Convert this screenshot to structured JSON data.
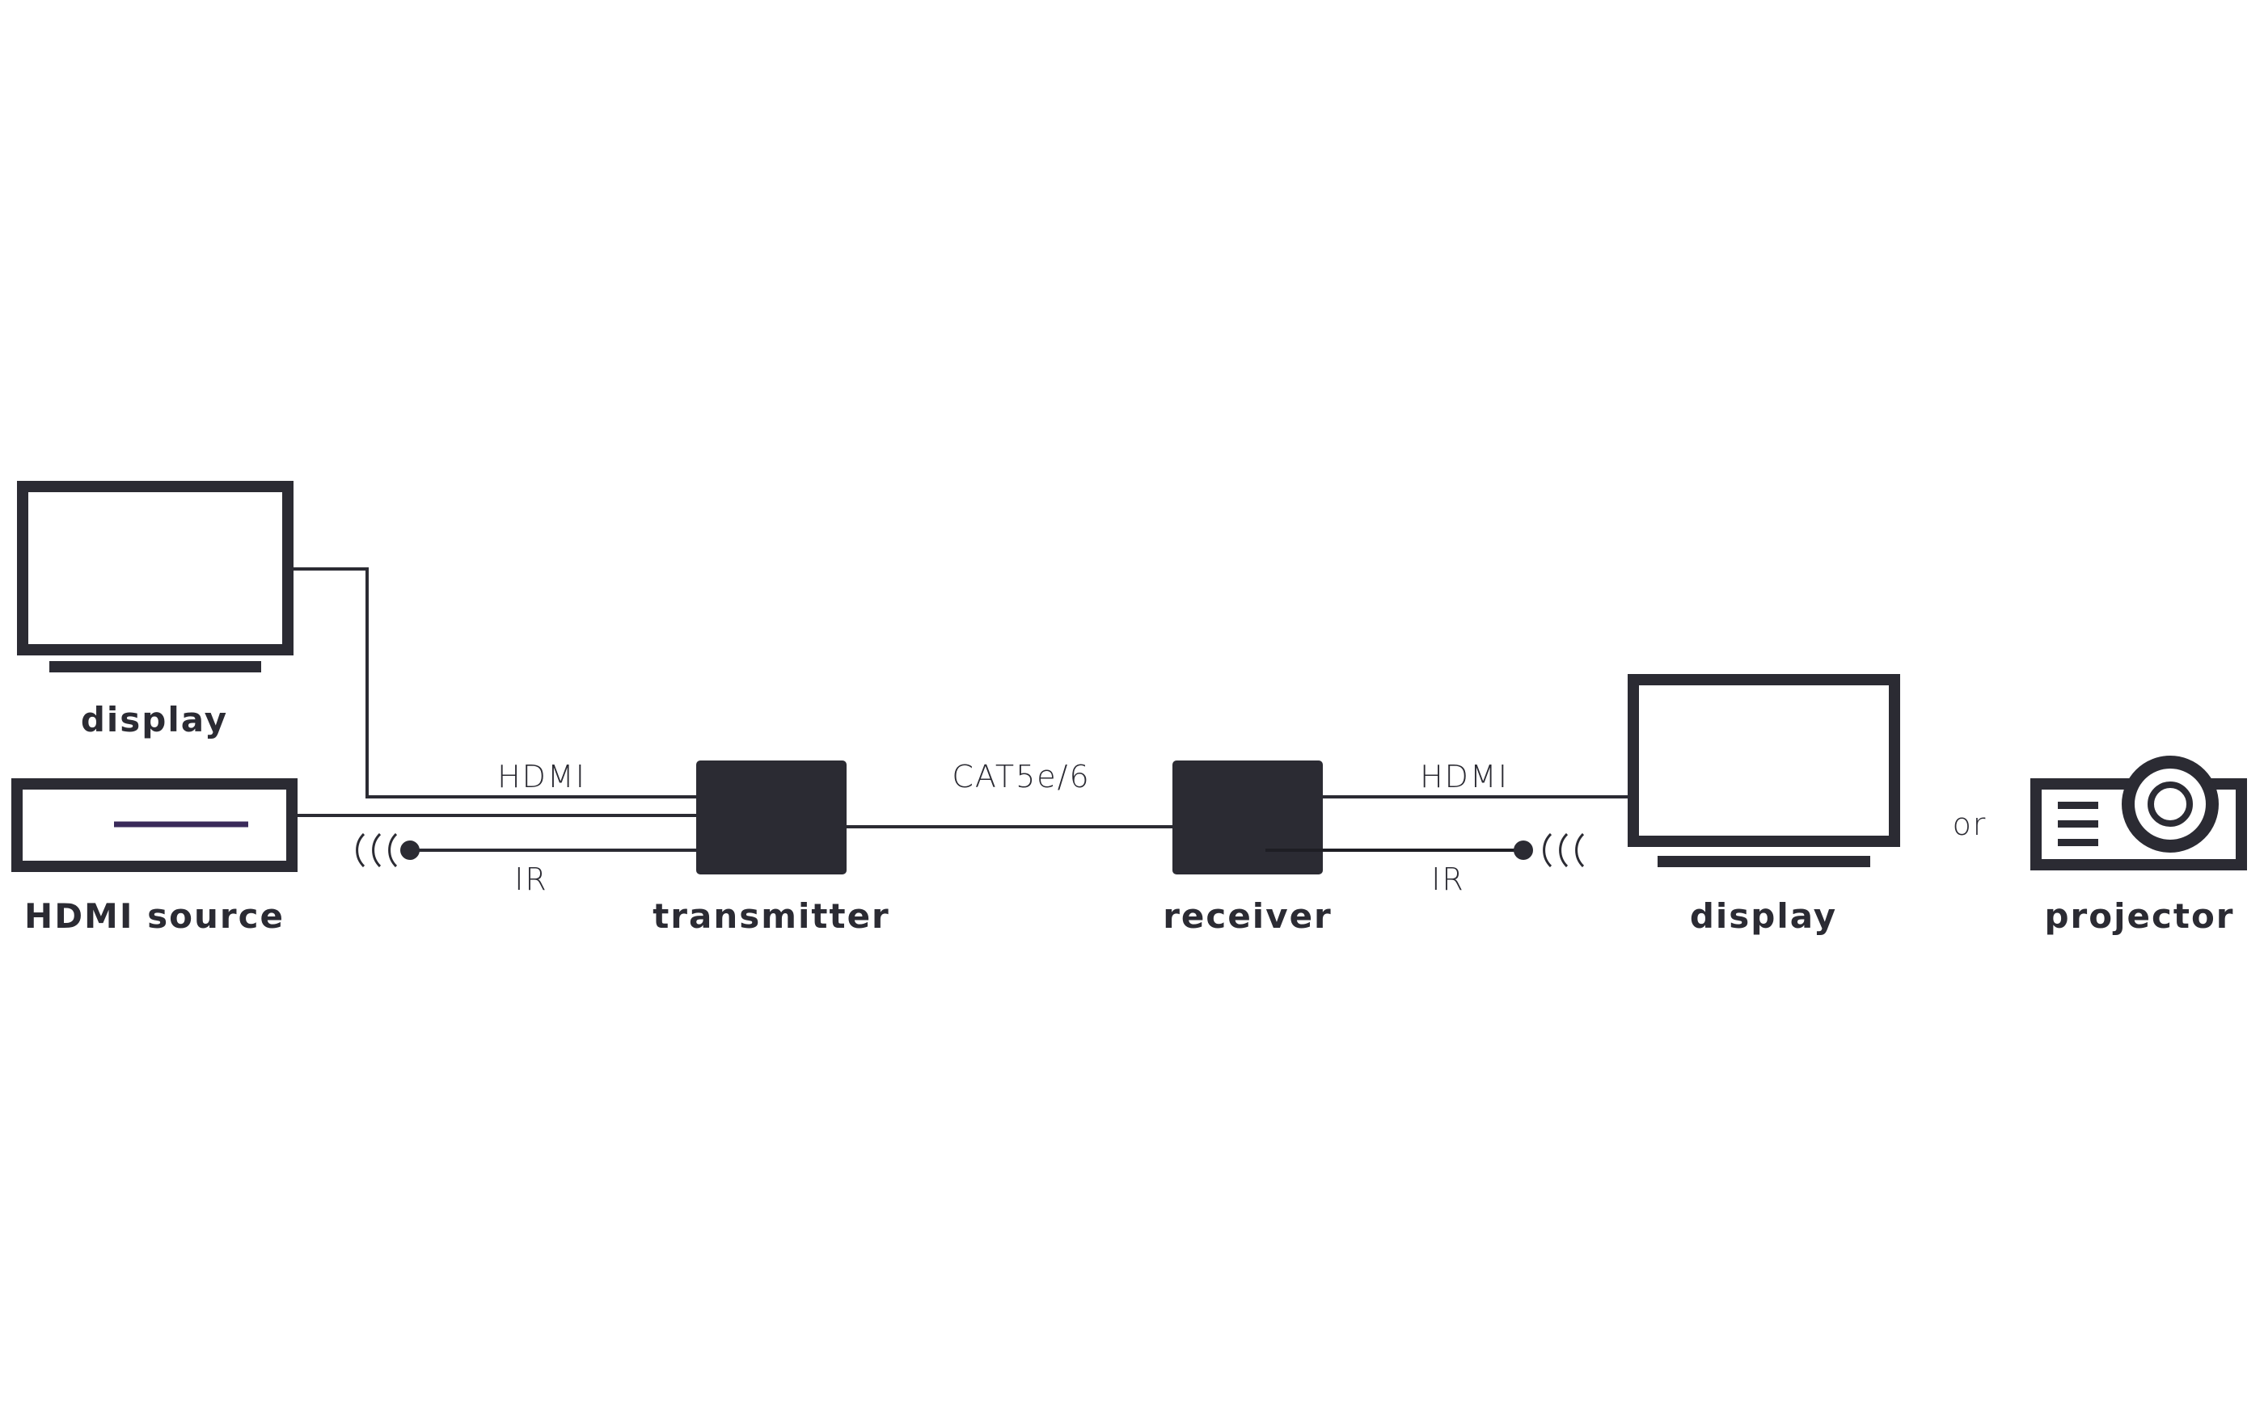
{
  "colors": {
    "ink": "#2b2b33",
    "accent": "#3a2a5a",
    "background": "#ffffff"
  },
  "devices": {
    "display_left": "display",
    "hdmi_source": "HDMI source",
    "transmitter": "transmitter",
    "receiver": "receiver",
    "display_right": "display",
    "projector": "projector"
  },
  "connections": {
    "hdmi_in": "HDMI",
    "ir_in": "IR",
    "cat": "CAT5e/6",
    "hdmi_out": "HDMI",
    "ir_out": "IR"
  },
  "or_text": "or"
}
